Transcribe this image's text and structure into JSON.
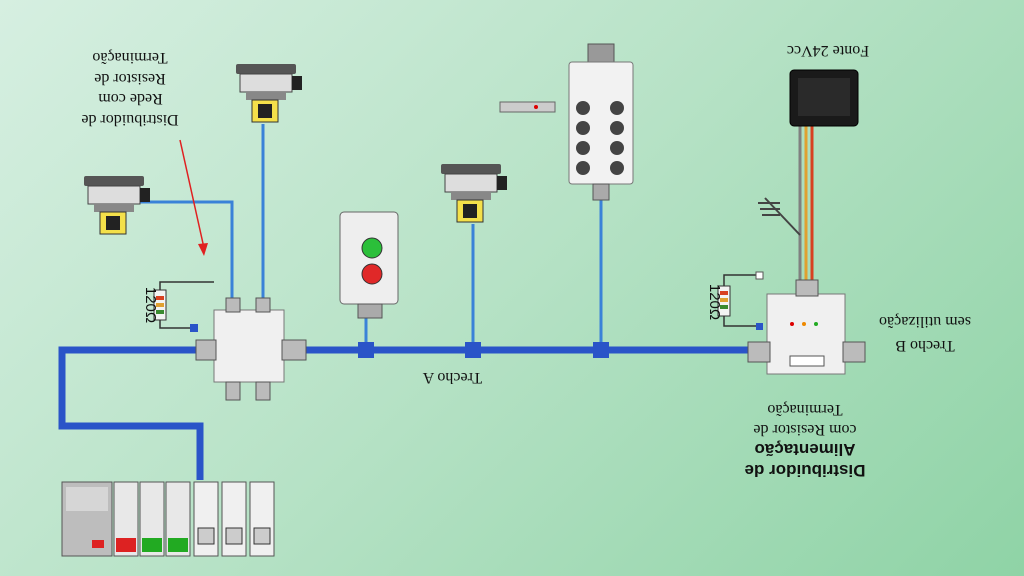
{
  "labels": {
    "power_supply": "Fonte 24Vcc",
    "segment_a": "Trecho A",
    "segment_b_line1": "Trecho B",
    "segment_b_line2": "sem utilização",
    "net_distributor_line1": "Distribuidor de",
    "net_distributor_line2": "Rede com",
    "net_distributor_line3": "Resistor de",
    "net_distributor_line4": "Terminação",
    "power_distributor_line1": "Distribuidor de",
    "power_distributor_line2": "Alimentação",
    "power_distributor_line3": "com Resistor de",
    "power_distributor_line4": "Terminação",
    "resistor_left": "120Ω",
    "resistor_right": "120Ω"
  },
  "colors": {
    "bus": "#2a54c8",
    "drop": "#3a82d8",
    "arrow": "#e02020",
    "power_red": "#d84020",
    "power_orange": "#e0a030",
    "power_gray": "#808080"
  }
}
